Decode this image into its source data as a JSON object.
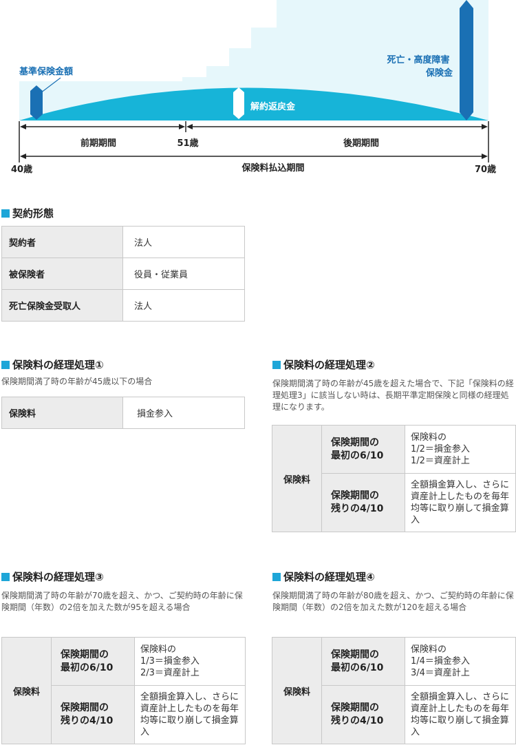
{
  "diagram": {
    "label_base": "基準保険金額",
    "label_death": "死亡・高度障害\n保険金",
    "label_surrender": "解約返戻金",
    "label_first_period": "前期期間",
    "label_later_period": "後期期間",
    "label_payment_period": "保険料払込期間",
    "age_start": "40歳",
    "age_mid": "51歳",
    "age_end": "70歳",
    "colors": {
      "steps": "#e6f7fb",
      "curve": "#17b4d8",
      "bar": "#1a70b4"
    }
  },
  "contract": {
    "title": "契約形態",
    "rows": [
      {
        "label": "契約者",
        "value": "法人"
      },
      {
        "label": "被保険者",
        "value": "役員・従業員"
      },
      {
        "label": "死亡保険金受取人",
        "value": "法人"
      }
    ]
  },
  "p1": {
    "title": "保険料の経理処理①",
    "desc": "保険期間満了時の年齢が45歳以下の場合",
    "label": "保険料",
    "value": "損金参入"
  },
  "p2": {
    "title": "保険料の経理処理②",
    "desc": "保険期間満了時の年齢が45歳を超えた場合で、下記「保険料の経理処理3」に該当しない時は、長期平準定期保険と同様の経理処理になります。",
    "label": "保険料",
    "row1_label": "保険期間の\n最初の6/10",
    "row1_value": "保険料の\n1/2＝損金参入\n1/2＝資産計上",
    "row2_label": "保険期間の\n残りの4/10",
    "row2_value": "全額損金算入し、さらに資産計上したものを毎年均等に取り崩して損金算入"
  },
  "p3": {
    "title": "保険料の経理処理③",
    "desc": "保険期間満了時の年齢が70歳を超え、かつ、ご契約時の年齢に保険期間（年数）の2倍を加えた数が95を超える場合",
    "label": "保険料",
    "row1_label": "保険期間の\n最初の6/10",
    "row1_value": "保険料の\n1/3＝損金参入\n2/3＝資産計上",
    "row2_label": "保険期間の\n残りの4/10",
    "row2_value": "全額損金算入し、さらに資産計上したものを毎年均等に取り崩して損金算入"
  },
  "p4": {
    "title": "保険料の経理処理④",
    "desc": "保険期間満了時の年齢が80歳を超え、かつ、ご契約時の年齢に保険期間（年数）の2倍を加えた数が120を超える場合",
    "label": "保険料",
    "row1_label": "保険期間の\n最初の6/10",
    "row1_value": "保険料の\n1/4＝損金参入\n3/4＝資産計上",
    "row2_label": "保険期間の\n残りの4/10",
    "row2_value": "全額損金算入し、さらに資産計上したものを毎年均等に取り崩して損金算入"
  }
}
